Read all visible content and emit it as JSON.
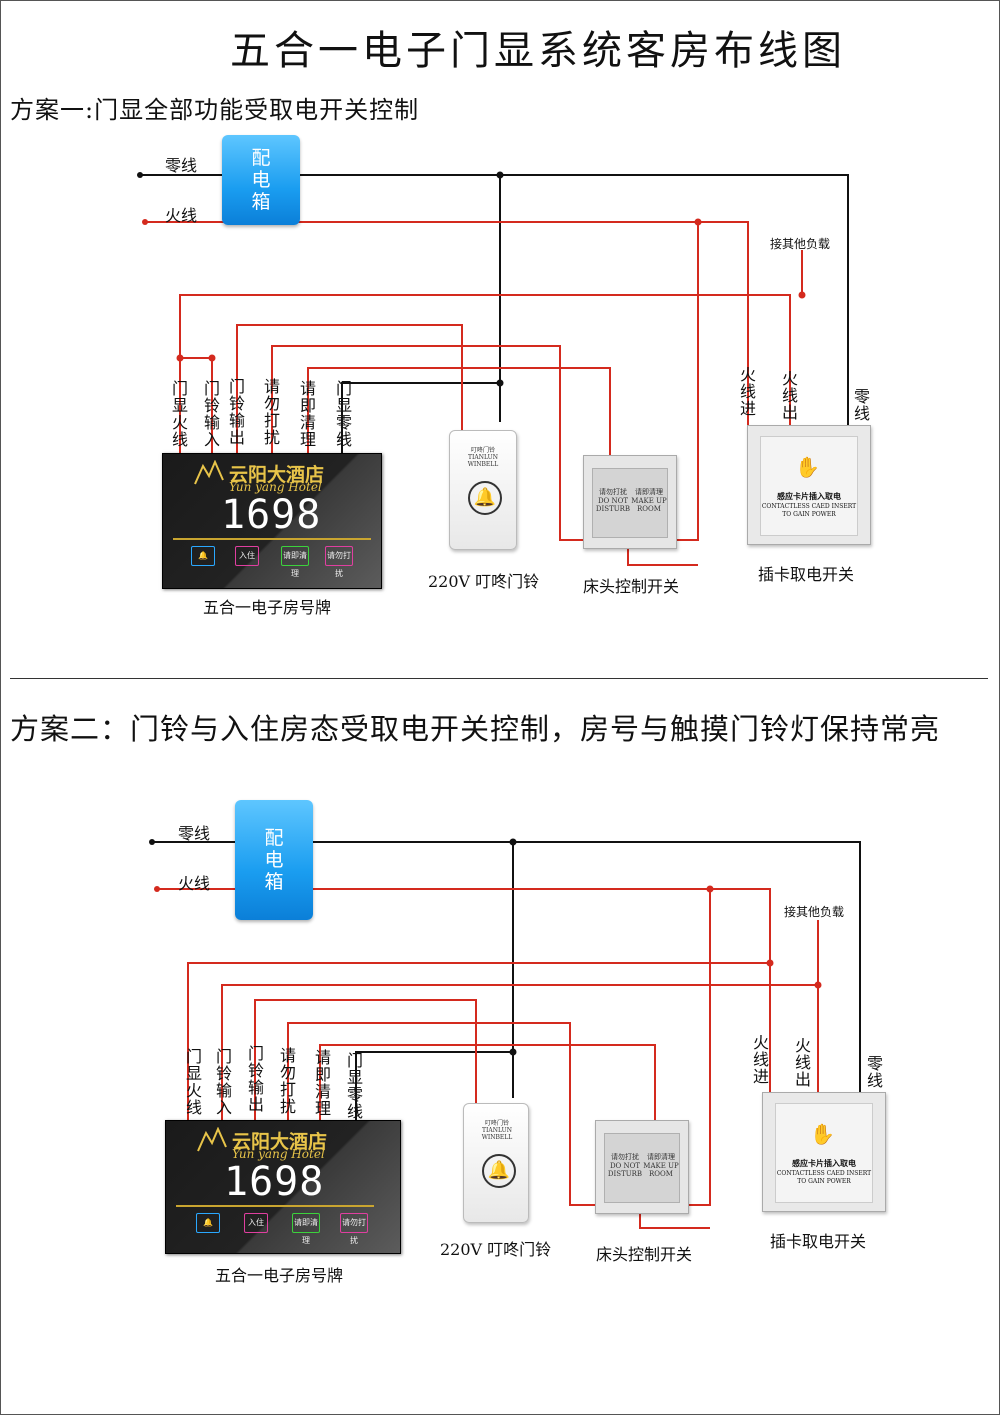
{
  "title": "五合一电子门显系统客房布线图",
  "scheme1": {
    "title": "方案一:门显全部功能受取电开关控制",
    "neutral_label": "零线",
    "live_label": "火线",
    "box_label": "配电箱",
    "other_load_label": "接其他负载",
    "terminals": [
      "门显火线",
      "门铃输入",
      "门铃输出",
      "请勿打扰",
      "请即清理",
      "门显零线"
    ],
    "card_terminals": [
      "火线进",
      "火线出",
      "零线"
    ],
    "panel_caption": "五合一电子房号牌",
    "bell_caption": "220V 叮咚门铃",
    "switch_caption": "床头控制开关",
    "card_caption": "插卡取电开关"
  },
  "scheme2": {
    "title": "方案二：门铃与入住房态受取电开关控制，房号与触摸门铃灯保持常亮",
    "neutral_label": "零线",
    "live_label": "火线",
    "box_label": "配电箱",
    "other_load_label": "接其他负载",
    "terminals": [
      "门显火线",
      "门铃输入",
      "门铃输出",
      "请勿打扰",
      "请即清理",
      "门显零线"
    ],
    "card_terminals": [
      "火线进",
      "火线出",
      "零线"
    ],
    "panel_caption": "五合一电子房号牌",
    "bell_caption": "220V 叮咚门铃",
    "switch_caption": "床头控制开关",
    "card_caption": "插卡取电开关"
  },
  "device": {
    "hotel_name": "云阳大酒店",
    "hotel_name_en": "Yun yang Hotel",
    "room_number": "1698",
    "buttons": [
      "入住",
      "请即清理",
      "请勿打扰"
    ],
    "bell_label": "叮咚门铃",
    "bell_label_en": "TIANLUN WINBELL",
    "switch_keys": [
      "请勿打扰",
      "请即清理"
    ],
    "switch_keys_en": [
      "DO NOT DISTURB",
      "MAKE UP ROOM"
    ],
    "card_text_cn": "感应卡片插入取电",
    "card_text_en": "CONTACTLESS CAED INSERT TO GAIN POWER"
  },
  "colors": {
    "neutral": "#111111",
    "live": "#d42a1e",
    "box": "#1a9df0"
  }
}
